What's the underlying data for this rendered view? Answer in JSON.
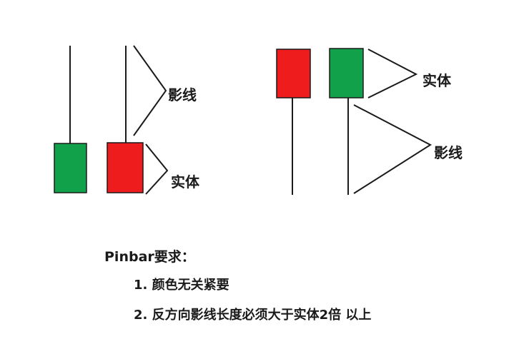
{
  "labels": {
    "shadow_left": "影线",
    "body_left": "实体",
    "body_right": "实体",
    "shadow_right": "影线"
  },
  "requirements": {
    "title": "Pinbar要求：",
    "item1": "1. 颜色无关紧要",
    "item2": "2. 反方向影线长度必须大于实体2倍 以上"
  },
  "colors": {
    "bull_green": "#10a14a",
    "bear_red": "#ee1c1c",
    "outline": "#1a1a1a"
  }
}
